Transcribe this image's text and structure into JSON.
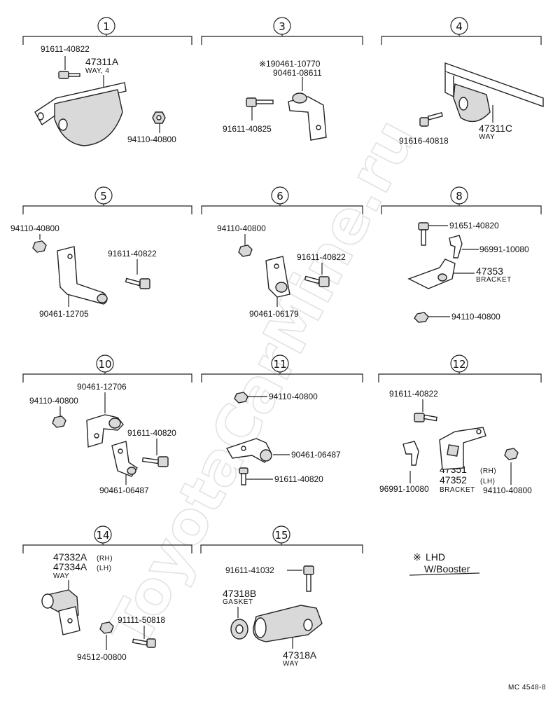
{
  "watermark": "ToyotaCarMine.ru",
  "footer_code": "MC 4548-8",
  "legend": {
    "mark": "※",
    "line1": "LHD",
    "line2": "W/Booster"
  },
  "groups": [
    {
      "num": "1",
      "labels": [
        "91611-40822",
        "47311A",
        "WAY, 4",
        "94110-40800"
      ]
    },
    {
      "num": "3",
      "labels": [
        "※190461-10770",
        "90461-08611",
        "91611-40825"
      ]
    },
    {
      "num": "4",
      "labels": [
        "91616-40818",
        "47311C",
        "WAY"
      ]
    },
    {
      "num": "5",
      "labels": [
        "94110-40800",
        "91611-40822",
        "90461-12705"
      ]
    },
    {
      "num": "6",
      "labels": [
        "94110-40800",
        "91611-40822",
        "90461-06179"
      ]
    },
    {
      "num": "8",
      "labels": [
        "91651-40820",
        "96991-10080",
        "47353",
        "BRACKET",
        "94110-40800"
      ]
    },
    {
      "num": "10",
      "labels": [
        "90461-12706",
        "94110-40800",
        "91611-40820",
        "90461-06487"
      ]
    },
    {
      "num": "11",
      "labels": [
        "94110-40800",
        "90461-06487",
        "91611-40820"
      ]
    },
    {
      "num": "12",
      "labels": [
        "91611-40822",
        "47351",
        "(RH)",
        "47352",
        "(LH)",
        "BRACKET",
        "96991-10080",
        "94110-40800"
      ]
    },
    {
      "num": "14",
      "labels": [
        "47332A",
        "(RH)",
        "47334A",
        "(LH)",
        "WAY",
        "91111-50818",
        "94512-00800"
      ]
    },
    {
      "num": "15",
      "labels": [
        "91611-41032",
        "47318B",
        "GASKET",
        "47318A",
        "WAY"
      ]
    }
  ]
}
